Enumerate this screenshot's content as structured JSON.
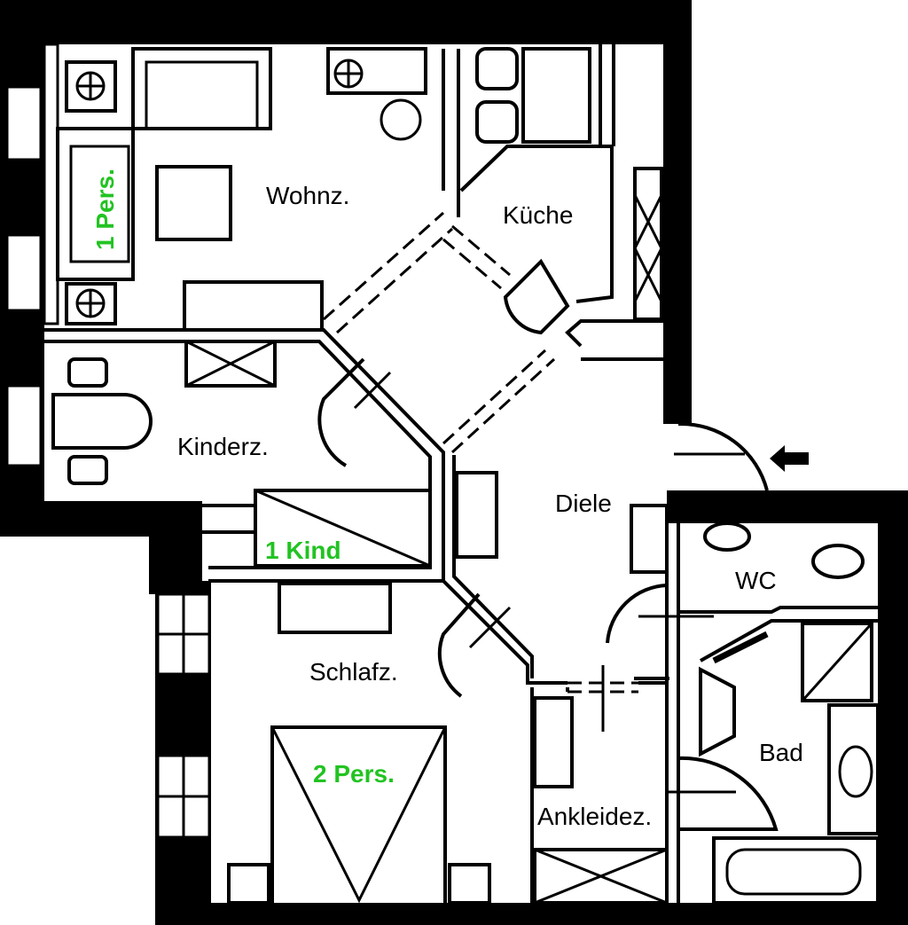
{
  "rooms": {
    "living": "Wohnz.",
    "kitchen": "Küche",
    "kids": "Kinderz.",
    "hall": "Diele",
    "wc": "WC",
    "bedroom": "Schlafz.",
    "bath": "Bad",
    "dressing": "Ankleidez."
  },
  "occupancy": {
    "living": "1 Pers.",
    "kids": "1 Kind",
    "bedroom": "2 Pers."
  },
  "colors": {
    "occupancy": "#22c322",
    "wall": "#000000"
  },
  "icons": {
    "entrance": "entrance-arrow-icon"
  }
}
